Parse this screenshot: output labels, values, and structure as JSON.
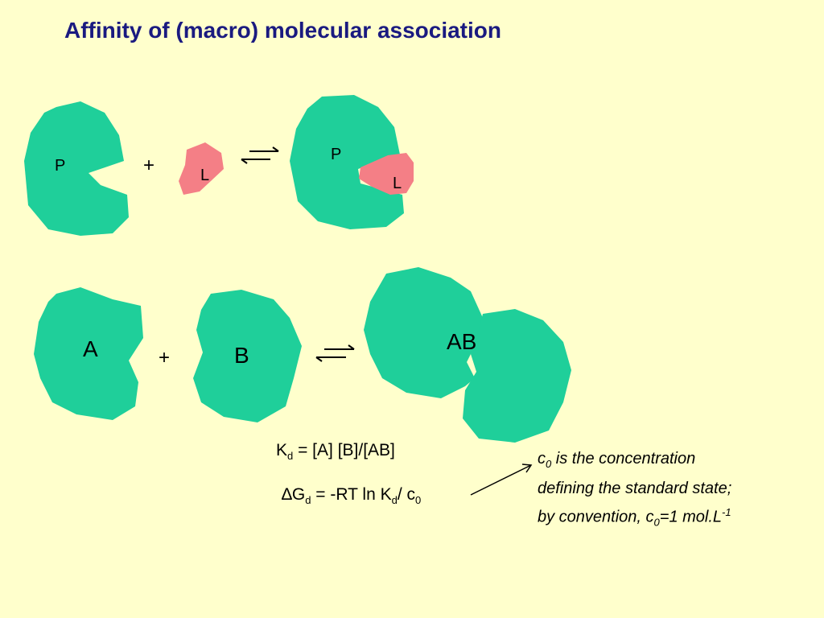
{
  "title": "Affinity of (macro) molecular association",
  "colors": {
    "molecule": "#1fcf9a",
    "ligand": "#f47f86",
    "title": "#1a1a80",
    "background": "#ffffcc"
  },
  "reaction1": {
    "protein_label": "P",
    "plus": "+",
    "ligand_label": "L",
    "complex_protein_label": "P",
    "complex_ligand_label": "L"
  },
  "reaction2": {
    "a_label": "A",
    "plus": "+",
    "b_label": "B",
    "complex_label": "AB"
  },
  "equations": {
    "kd": {
      "k": "K",
      "k_sub": "d",
      "rhs": " = [A] [B]/[AB]"
    },
    "dg": {
      "delta": "∆",
      "g": "G",
      "g_sub": "d",
      "mid": " = -RT ln K",
      "k_sub": "d",
      "tail": "/ c",
      "c_sub": "0"
    }
  },
  "note": {
    "line1_c": "c",
    "line1_sub": "0",
    "line1_rest": " is the concentration",
    "line2": "defining the standard state;",
    "line3_pre": " by convention, c",
    "line3_sub": "0",
    "line3_mid": "=1 mol.L",
    "line3_sup": "-1"
  }
}
